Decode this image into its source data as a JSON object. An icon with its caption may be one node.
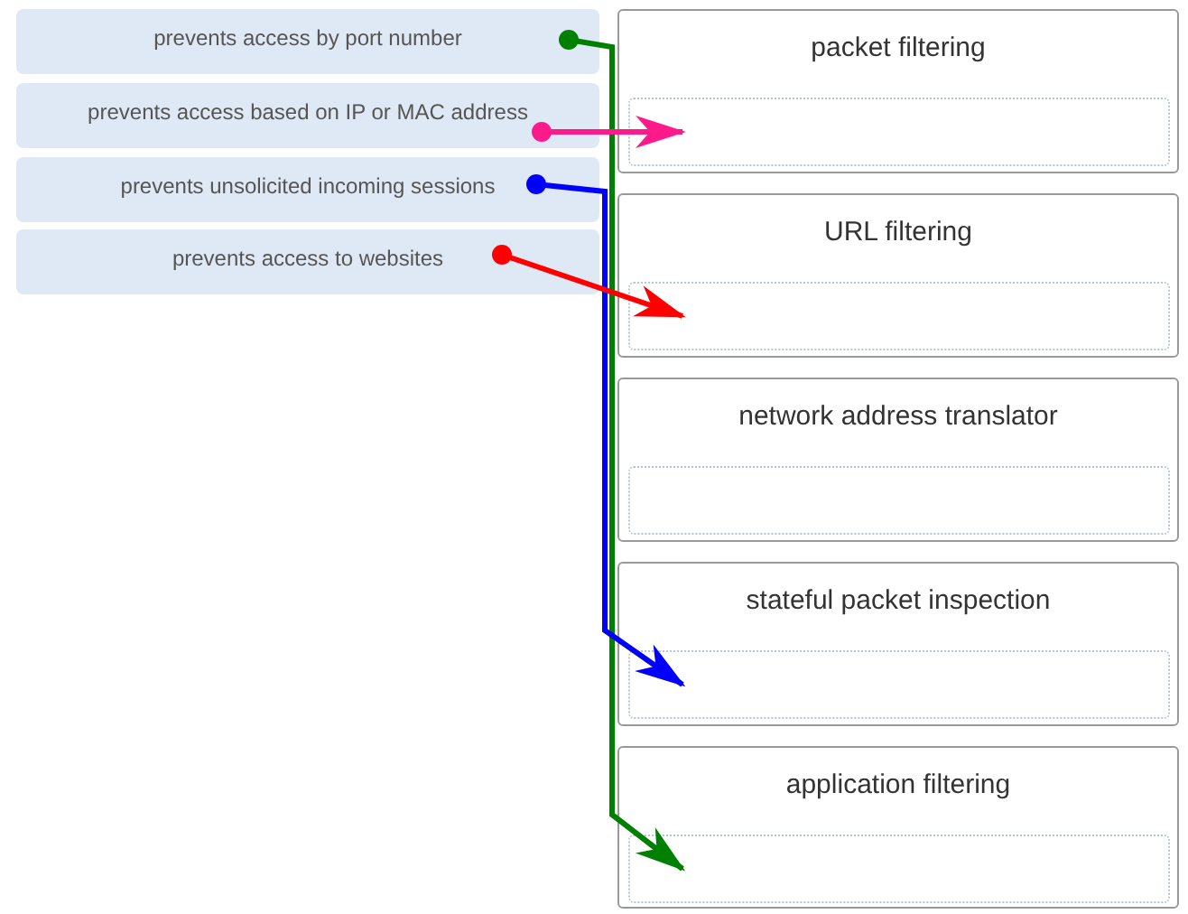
{
  "diagram": {
    "nodes": [
      {
        "text": [
          "prevents access by port number"
        ]
      },
      {
        "text": [
          "prevents access based on IP or MAC address"
        ]
      },
      {
        "text": [
          "prevents unsolicited incoming sessions"
        ]
      },
      {
        "text": [
          "prevents access to websites"
        ]
      },
      {
        "text": [
          "packet filtering"
        ]
      },
      {
        "text": [],
        "shape": "box",
        "in": 4
      },
      {
        "text": [
          "URL filtering"
        ]
      },
      {
        "text": [],
        "shape": "box",
        "in": 6
      },
      {
        "text": [
          "network address translator"
        ]
      },
      {
        "text": [],
        "shape": "box",
        "in": 8
      },
      {
        "text": [
          "stateful packet inspection"
        ]
      },
      {
        "text": [],
        "shape": "box",
        "in": 10
      },
      {
        "text": [
          "application filtering"
        ]
      },
      {
        "text": [],
        "shape": "box",
        "in": 12
      }
    ],
    "edges": [
      {
        "from": 0,
        "to": 13,
        "arrow": "to",
        "color": "#008000"
      },
      {
        "from": 1,
        "to": 5,
        "arrow": "to",
        "color": "#ff1a8c"
      },
      {
        "from": 2,
        "to": 11,
        "arrow": "to",
        "color": "#0000ff"
      },
      {
        "from": 3,
        "to": 7,
        "arrow": "to",
        "color": "#ff0000"
      }
    ]
  }
}
